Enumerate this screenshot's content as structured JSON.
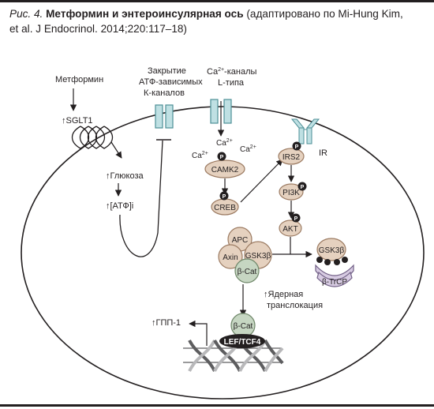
{
  "caption": {
    "label": "Рис. 4.",
    "title": "Метформин и энтероинсулярная ось",
    "note_line1": "(адаптировано по Mi-Hung Kim,",
    "note_line2": "et al. J Endocrinol. 2014;220:117–18)"
  },
  "labels": {
    "metformin": "Метформин",
    "sglt1": "↑SGLT1",
    "glucose": "↑Глюкоза",
    "atp": "↑[АТФ]i",
    "katp_l1": "Закрытие",
    "katp_l2": "АТФ-зависимых",
    "katp_l3": "К-каналов",
    "ca_ch_l1a": "Ca",
    "ca_ch_sup": "2+",
    "ca_ch_l1b": "-каналы",
    "ca_ch_l2": "L-типа",
    "ca": "Ca",
    "ca_sup": "2+",
    "camk2": "CAMK2",
    "creb": "CREB",
    "irs2": "IRS2",
    "ir": "IR",
    "pi3k": "PI3K",
    "akt": "AKT",
    "p": "P",
    "apc": "APC",
    "axin": "Axin",
    "gsk3b": "GSK3β",
    "bcat": "β-Cat",
    "btrcp": "β-TrCP",
    "nuclear_l1": "↑Ядерная",
    "nuclear_l2": "транслокация",
    "glp1": "↑ГПП-1",
    "lef": "LEF/TCF4"
  },
  "colors": {
    "channel": "#bfe0e3",
    "channel_stroke": "#4e8f97",
    "complex": "#e5d1bf",
    "complex_stroke": "#9c7b62",
    "bcat": "#c6d6c2",
    "bcat_stroke": "#6e8668",
    "btrcp": "#d7cbe2",
    "btrcp_stroke": "#6f5d84",
    "black": "#231f20",
    "dna_gray": "#5d5d5f",
    "dna_light": "#b8b8ba"
  }
}
